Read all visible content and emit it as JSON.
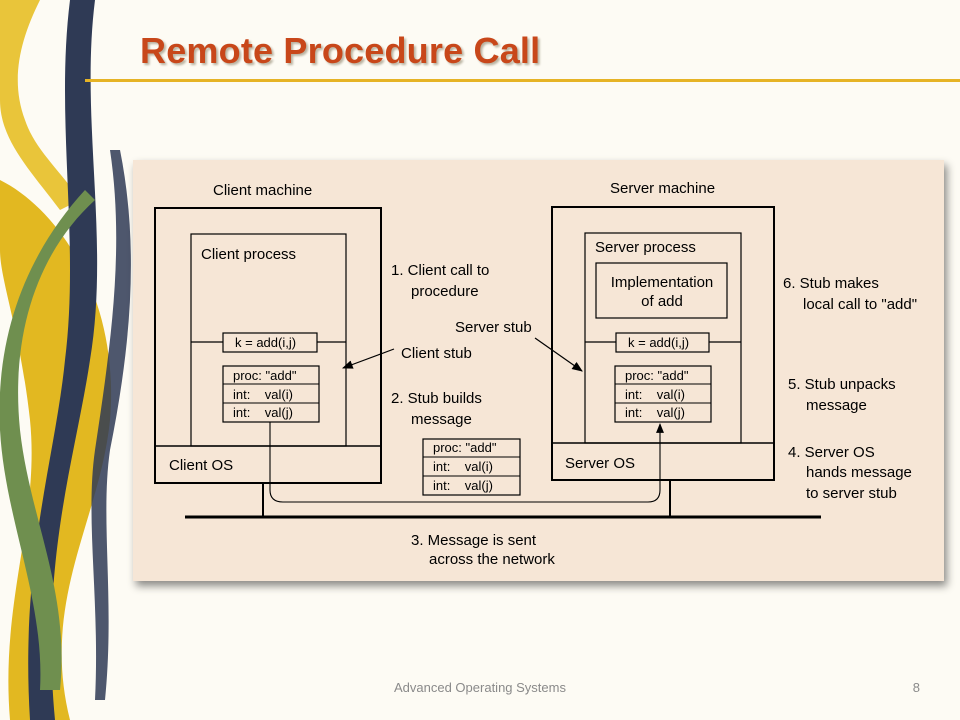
{
  "slide": {
    "title": "Remote Procedure Call",
    "footer": "Advanced Operating Systems",
    "page_number": "8"
  },
  "diagram": {
    "client": {
      "machine": "Client machine",
      "process": "Client process",
      "os": "Client OS",
      "call": "k = add(i,j)",
      "msg": [
        "proc: \"add\"",
        "int:    val(i)",
        "int:    val(j)"
      ]
    },
    "server": {
      "machine": "Server machine",
      "process": "Server process",
      "impl": [
        "Implementation",
        "of add"
      ],
      "os": "Server OS",
      "call": "k = add(i,j)",
      "msg": [
        "proc: \"add\"",
        "int:    val(i)",
        "int:    val(j)"
      ]
    },
    "network_msg": [
      "proc: \"add\"",
      "int:    val(i)",
      "int:    val(j)"
    ],
    "labels": {
      "client_stub": "Client stub",
      "server_stub": "Server stub"
    },
    "steps": [
      [
        "1. Client call to",
        "procedure"
      ],
      [
        "2. Stub builds",
        "message"
      ],
      [
        "3. Message is sent",
        "across the network"
      ],
      [
        "4. Server OS",
        "hands message",
        "to server stub"
      ],
      [
        "5. Stub unpacks",
        "message"
      ],
      [
        "6. Stub makes",
        "local call to \"add\""
      ]
    ]
  }
}
